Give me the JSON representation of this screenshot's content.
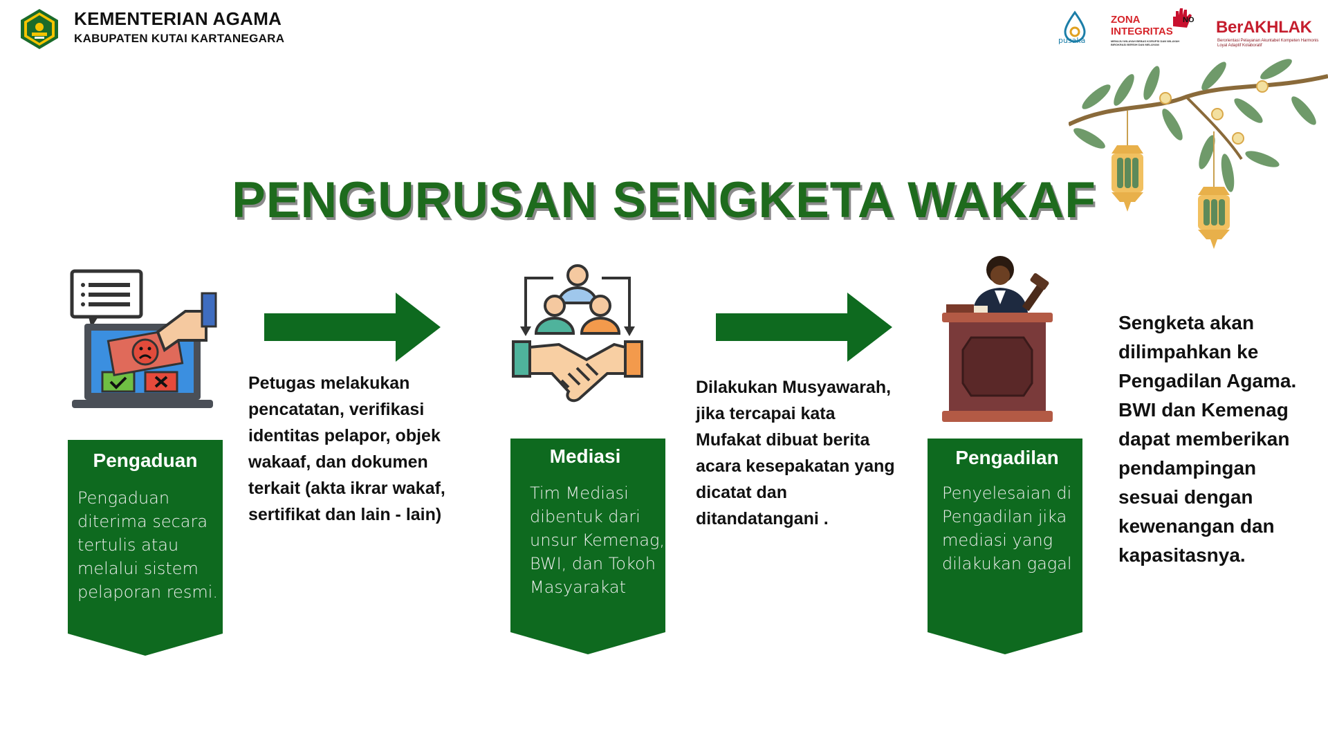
{
  "header": {
    "org_name": "KEMENTERIAN AGAMA",
    "org_sub": "KABUPATEN KUTAI KARTANEGARA"
  },
  "badges": {
    "pusaka": "pusaka",
    "zona_line1": "ZONA",
    "zona_line2": "INTEGRITAS",
    "zona_fine": "MENUJU WILAYAH BEBAS KORUPSI DAN WILAYAH BIROKRASI BERSIH DAN MELAYANI",
    "berakhlak_title": "BerAKHLAK",
    "berakhlak_sub": "Berorientasi Pelayanan Akuntabel Kompeten Harmonis Loyal Adaptif Kolaboratif"
  },
  "title": "PENGURUSAN SENGKETA WAKAF",
  "steps": [
    {
      "title": "Pengaduan",
      "body": [
        "Pengaduan",
        "diterima secara",
        "tertulis atau",
        "melalui sistem",
        "pelaporan resmi."
      ]
    },
    {
      "title": "Mediasi",
      "body": [
        "Tim Mediasi",
        "dibentuk dari",
        "unsur Kemenag,",
        "BWI, dan Tokoh",
        "Masyarakat"
      ]
    },
    {
      "title": "Pengadilan",
      "body": [
        "Penyelesaian di",
        "Pengadilan jika",
        "mediasi yang",
        "dilakukan gagal"
      ]
    }
  ],
  "descriptions": {
    "after_pengaduan": [
      "Petugas melakukan",
      "pencatatan, verifikasi",
      "identitas pelapor, objek",
      "wakaaf, dan dokumen",
      "terkait (akta ikrar wakaf,",
      "sertifikat dan lain - lain)"
    ],
    "after_mediasi": [
      "Dilakukan Musyawarah,",
      "jika tercapai kata",
      "Mufakat dibuat berita",
      "acara kesepakatan yang",
      "dicatat dan",
      "ditandatangani ."
    ],
    "after_pengadilan": [
      "Sengketa akan",
      "dilimpahkan ke",
      "Pengadilan Agama.",
      "BWI dan Kemenag",
      "dapat memberikan",
      "pendampingan",
      "sesuai dengan",
      "kewenangan dan",
      "kapasitasnya."
    ]
  },
  "colors": {
    "green": "#0e6a1f",
    "title_green": "#1e6b1d",
    "accent_red": "#d6242a"
  },
  "icons": [
    "ministry-logo-icon",
    "pusaka-icon",
    "zona-integritas-hand-icon",
    "complaint-laptop-icon",
    "mediation-handshake-icon",
    "judge-podium-icon",
    "lantern-branch-decoration",
    "arrow-right-icon"
  ]
}
